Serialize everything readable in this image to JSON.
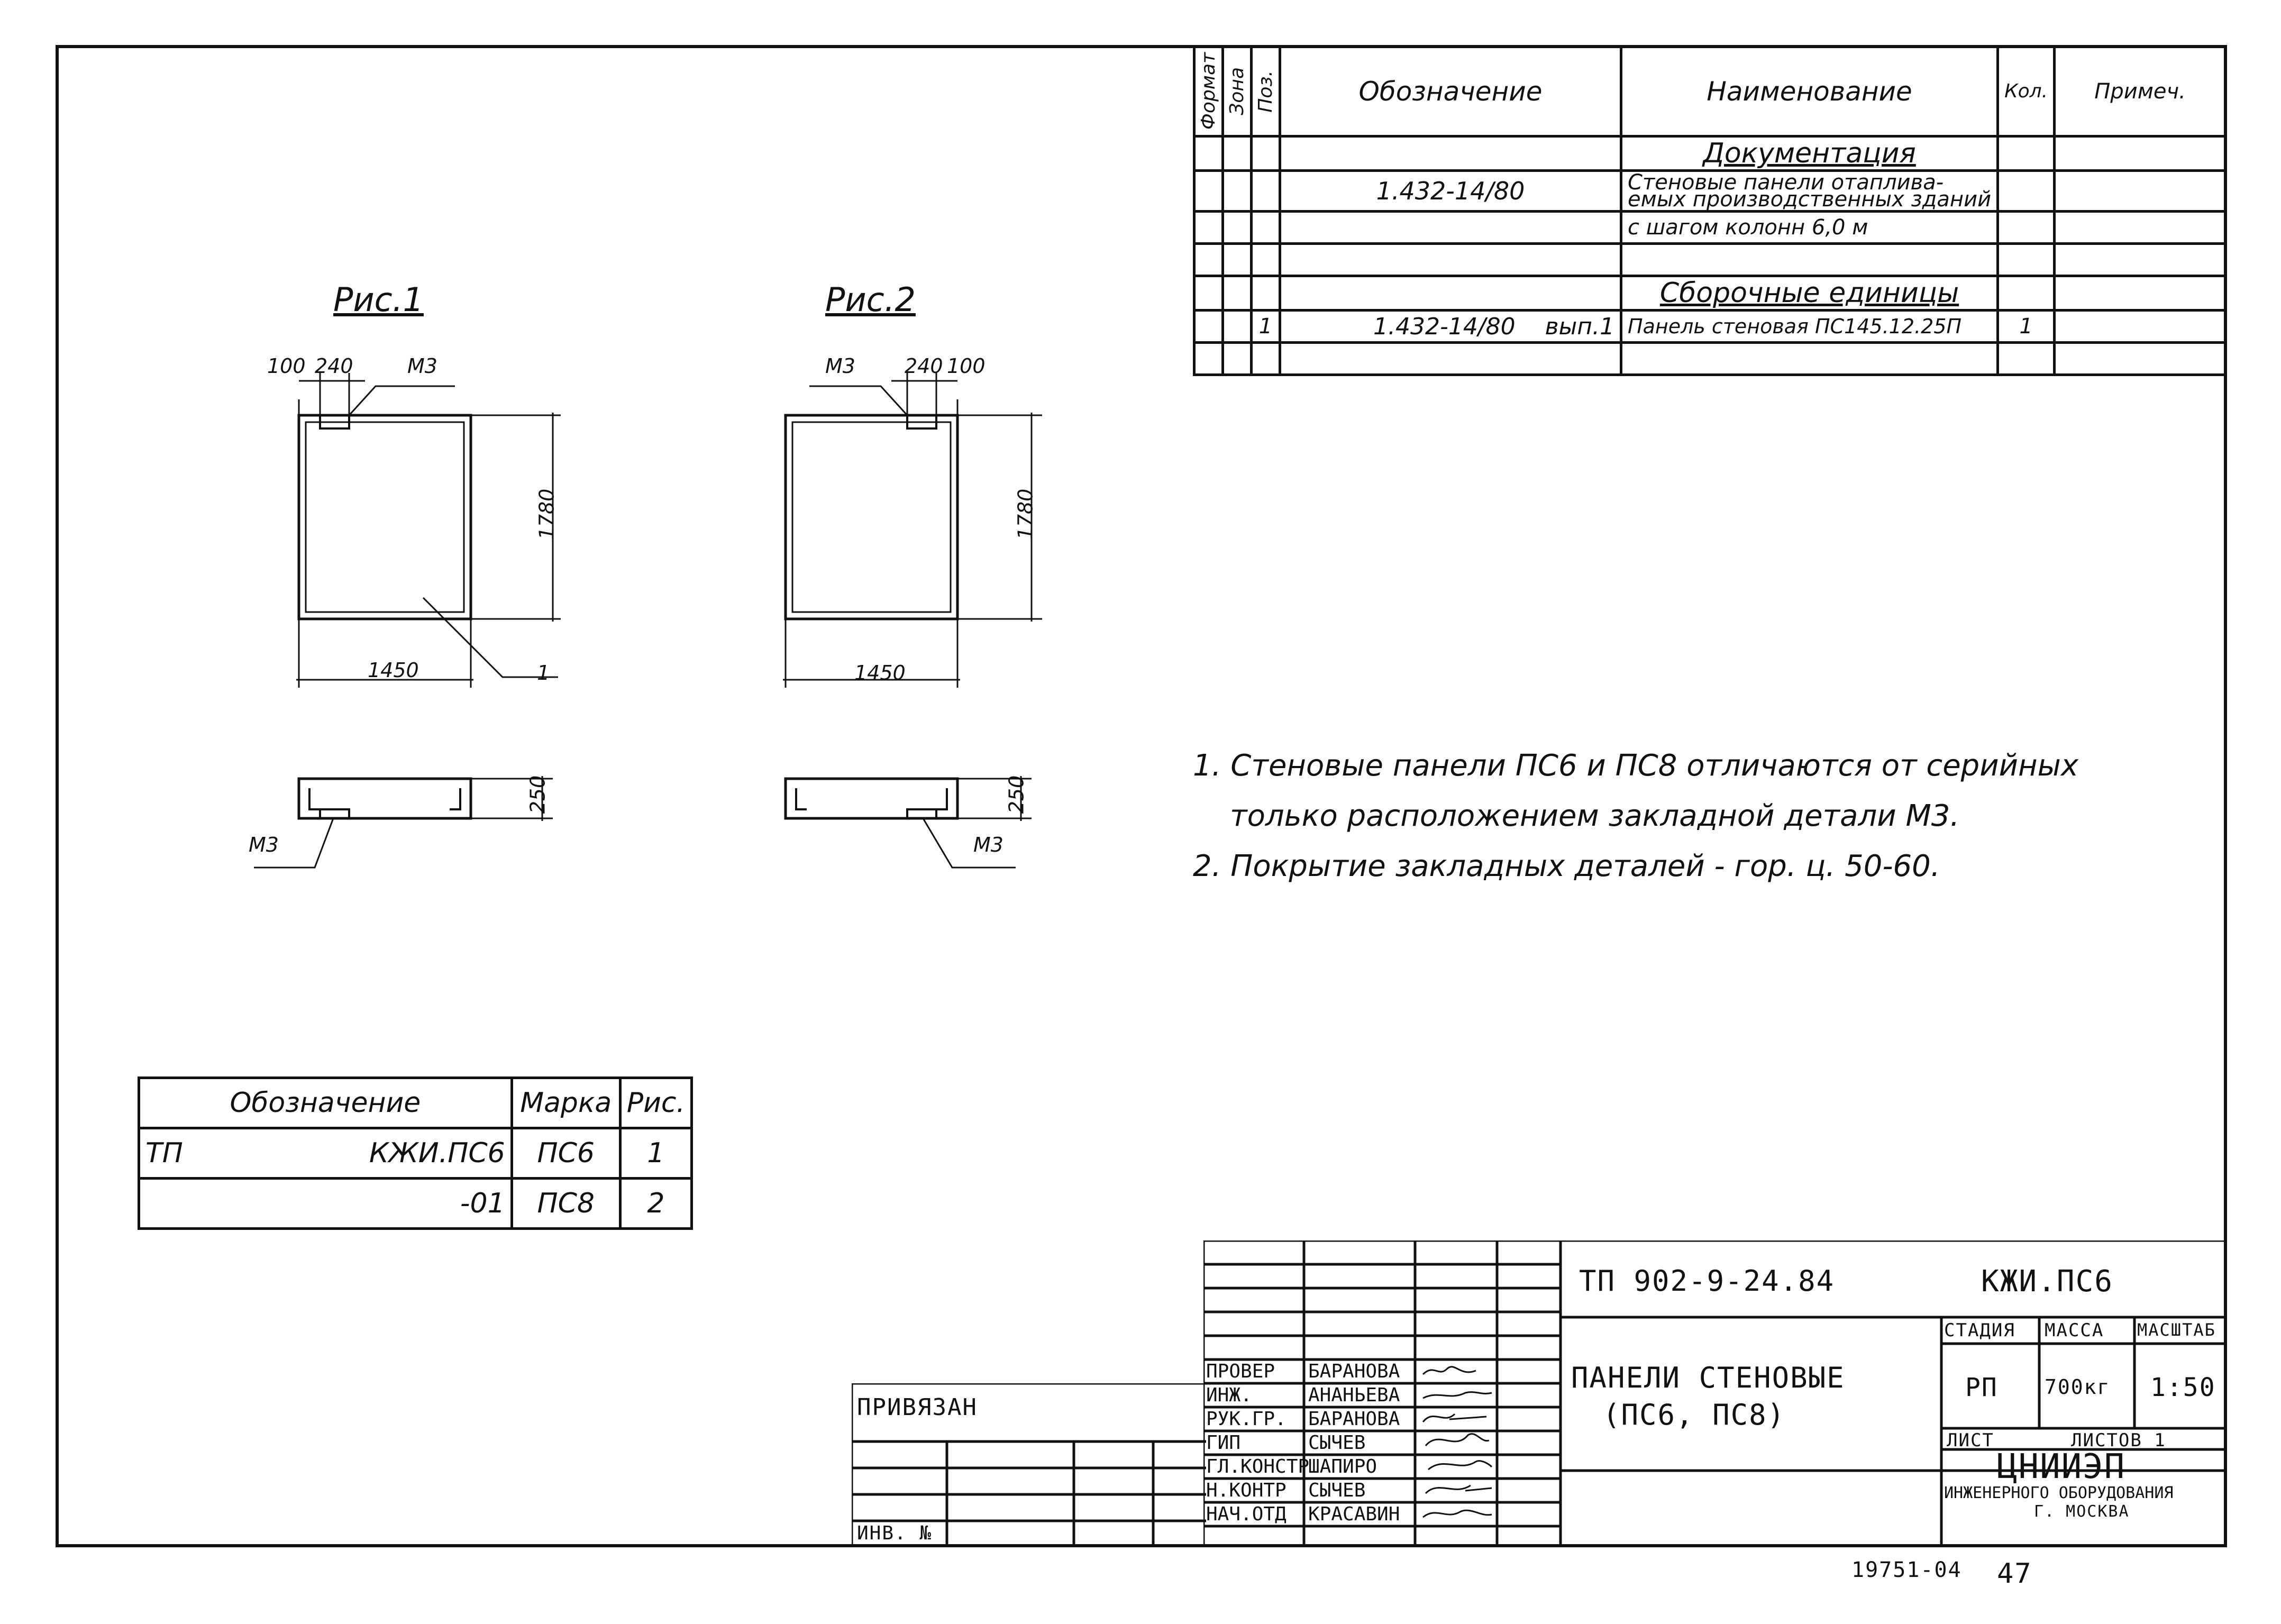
{
  "spec_table": {
    "headers": {
      "format": "Формат",
      "zone": "Зона",
      "pos": "Поз.",
      "designation": "Обозначение",
      "name": "Наименование",
      "qty": "Кол.",
      "note": "Примеч."
    },
    "section_docs": "Документация",
    "doc_designation": "1.432-14/80",
    "doc_name_l1": "Стеновые панели отаплива-",
    "doc_name_l2": "емых производственных зданий",
    "doc_name_l3": "с шагом колонн 6,0 м",
    "section_assemblies": "Сборочные единицы",
    "asm_pos": "1",
    "asm_designation": "1.432-14/80",
    "asm_issue": "вып.1",
    "asm_name": "Панель стеновая ПС145.12.25П",
    "asm_qty": "1"
  },
  "figures": {
    "fig1_label": "Рис.1",
    "fig2_label": "Рис.2",
    "dim_100": "100",
    "dim_240": "240",
    "dim_m3": "М3",
    "dim_1780": "1780",
    "dim_1450": "1450",
    "dim_250": "250",
    "callout_1": "1"
  },
  "notes": [
    "1. Стеновые панели ПС6 и ПС8 отличаются от серийных",
    "только расположением закладной детали М3.",
    "2. Покрытие закладных деталей - гор. ц. 50-60."
  ],
  "variants_table": {
    "h_designation": "Обозначение",
    "h_mark": "Марка",
    "h_fig": "Рис.",
    "r1_prefix": "ТП",
    "r1_designation": "КЖИ.ПС6",
    "r1_mark": "ПС6",
    "r1_fig": "1",
    "r2_designation": "-01",
    "r2_mark": "ПС8",
    "r2_fig": "2"
  },
  "title_block": {
    "project_code": "ТП 902-9-24.84",
    "sheet_code": "КЖИ.ПС6",
    "title_l1": "ПАНЕЛИ СТЕНОВЫЕ",
    "title_l2": "(ПС6, ПС8)",
    "stage_h": "СТАДИЯ",
    "mass_h": "МАССА",
    "scale_h": "МАСШТАБ",
    "stage": "РП",
    "mass": "700кг",
    "scale": "1:50",
    "sheet_h": "ЛИСТ",
    "sheets_h": "ЛИСТОВ 1",
    "org_l1": "ЦНИИЭП",
    "org_l2": "ИНЖЕНЕРНОГО ОБОРУДОВАНИЯ",
    "org_l3": "Г. МОСКВА",
    "privyazan": "ПРИВЯЗАН",
    "inv_no": "ИНВ. №",
    "roles": [
      "ПРОВЕР",
      "ИНЖ.",
      "РУК.ГР.",
      "ГИП",
      "ГЛ.КОНСТР",
      "Н.КОНТР",
      "НАЧ.ОТД"
    ],
    "names": [
      "БАРАНОВА",
      "АНАНЬЕВА",
      "БАРАНОВА",
      "СЫЧЕВ",
      "ШАПИРО",
      "СЫЧЕВ",
      "КРАСАВИН"
    ]
  },
  "footer": {
    "archive": "19751-04",
    "page": "47"
  }
}
